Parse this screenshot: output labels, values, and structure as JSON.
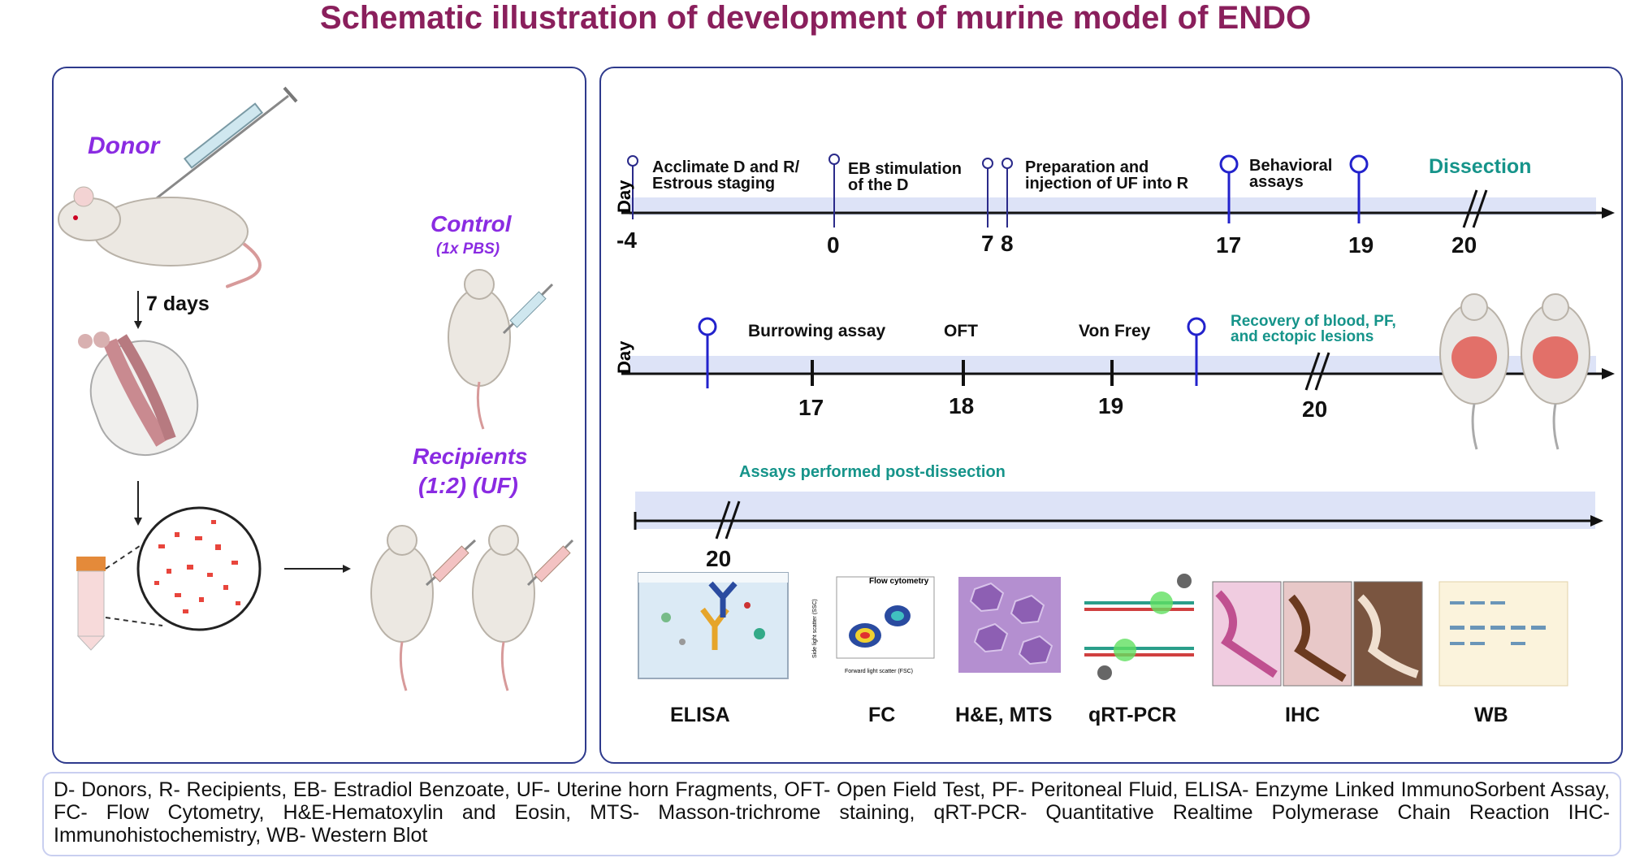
{
  "title": "Schematic illustration of development of murine model of ENDO",
  "left_panel": {
    "donor": "Donor",
    "days": "7 days",
    "control": "Control",
    "control_sub": "(1x PBS)",
    "recipients": "Recipients",
    "recipients_sub": "(1:2) (UF)"
  },
  "timeline1": {
    "axis_label": "Day",
    "events": [
      {
        "label_line1": "Acclimate D and R/",
        "label_line2": "Estrous staging"
      },
      {
        "label_line1": "EB stimulation",
        "label_line2": "of the D"
      },
      {
        "label_line1": "Preparation and",
        "label_line2": "injection of UF into R"
      },
      {
        "label_line1": "Behavioral",
        "label_line2": "assays"
      },
      {
        "label_line1": "Dissection",
        "label_line2": ""
      }
    ],
    "ticks": [
      "-4",
      "0",
      "7",
      "8",
      "17",
      "19",
      "20"
    ]
  },
  "timeline2": {
    "axis_label": "Day",
    "events": [
      "Burrowing assay",
      "OFT",
      "Von Frey"
    ],
    "recovery_line1": "Recovery of blood, PF,",
    "recovery_line2": "and ectopic lesions",
    "ticks": [
      "17",
      "18",
      "19",
      "20"
    ]
  },
  "timeline3": {
    "heading": "Assays performed post-dissection",
    "tick": "20",
    "assays": [
      "ELISA",
      "FC",
      "H&E, MTS",
      "qRT-PCR",
      "IHC",
      "WB"
    ],
    "fc_plot_title": "Flow cytometry",
    "fc_xlabel": "Forward light scatter (FSC)",
    "fc_ylabel": "Side light scatter (SSC)"
  },
  "abbreviations": "D- Donors, R- Recipients, EB- Estradiol Benzoate, UF- Uterine horn Fragments, OFT- Open Field Test, PF- Peritoneal Fluid, ELISA- Enzyme Linked ImmunoSorbent Assay, FC- Flow Cytometry, H&E-Hematoxylin and Eosin, MTS- Masson-trichrome staining, qRT-PCR- Quantitative Realtime Polymerase Chain Reaction IHC-Immunohistochemistry, WB- Western Blot",
  "colors": {
    "title": "#8a1f5c",
    "panel_border": "#2e3a8c",
    "timeline_band": "#dde3f7",
    "pin_blue": "#2222cc",
    "teal_text": "#16948a",
    "purple_text": "#8a2be2"
  }
}
